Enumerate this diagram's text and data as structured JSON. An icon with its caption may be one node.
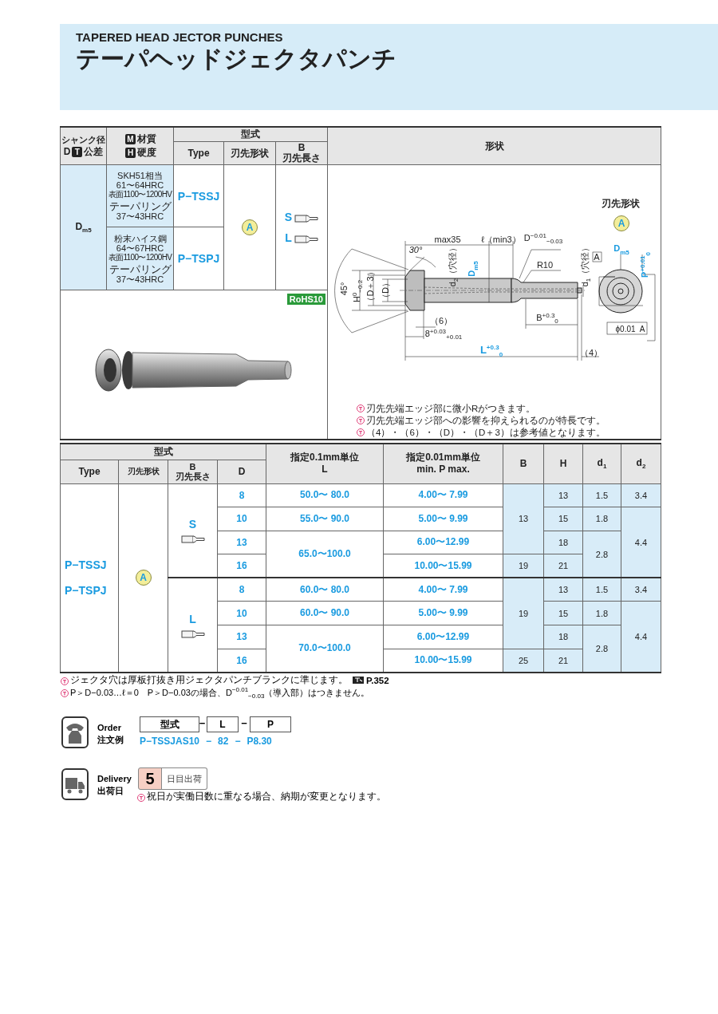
{
  "diagram": {
    "title": "テーパヘッドジェクタパンチ",
    "labels": [
      "TAPERED HEAD JECTOR PUNCHES",
      "シャンク径",
      "D",
      "T",
      "公差",
      "M",
      "材質",
      "H",
      "硬度",
      "型式",
      "形状",
      "Type",
      "刃先形状",
      "B 刃先長さ",
      "D$_{m5}$",
      "SKH51相当",
      "61〜64HRC",
      "表面1100〜1200HV",
      "テーパリング",
      "37〜43HRC",
      "P−TSSJ",
      "A",
      "S",
      "L",
      "刃先形状",
      "A",
      "max35",
      "ℓ（min3）",
      "D$^{−0.01}$$_{−0.03}$",
      "R10",
      "30°",
      "d$_{2}$（穴径）",
      "D$_{m5}$",
      "45°",
      "H$^{0}$$_{−0.2}$",
      "（D＋3）",
      "（D）",
      "d$_{1}$（穴径）",
      "A",
      "D$_{m5}$",
      "P$^{+0.01}$$_{0}$",
      "（6）",
      "8$^{+0.03}$$_{+0.01}$",
      "B$^{+0.3}$$_{0}$",
      "ϕ0.01",
      "A",
      "L$^{+0.3}$$_{0}$",
      "（4）",
      "刃先先端エッジ部に微小Rがつきます。",
      "刃先先端エッジ部への影響を抑えられるのが特長です。",
      "（4）・（6）・（D）・（D＋3）は参考値となります。",
      "粉末ハイス鋼",
      "64〜67HRC",
      "表面1100〜1200HV",
      "テーパリング",
      "37〜43HRC",
      "P−TSPJ",
      "RoHS10",
      "型式",
      "指定0.1mm単位 L",
      "指定0.01mm単位 min. P max.",
      "B",
      "H",
      "d$_{1}$",
      "d$_{2}$",
      "Type",
      "刃先形状",
      "B 刃先長さ",
      "D",
      "P−TSSJ",
      "P−TSPJ",
      "A",
      "S",
      "8",
      "50.0〜 80.0",
      "4.00〜 7.99",
      "13",
      "13",
      "1.5",
      "3.4",
      "10",
      "55.0〜 90.0",
      "5.00〜 9.99",
      "15",
      "1.8",
      "13",
      "65.0〜100.0",
      "6.00〜12.99",
      "18",
      "2.8",
      "4.4",
      "16",
      "10.00〜15.99",
      "19",
      "21",
      "L",
      "8",
      "60.0〜 80.0",
      "4.00〜 7.99",
      "19",
      "13",
      "1.5",
      "3.4",
      "10",
      "60.0〜 90.0",
      "5.00〜 9.99",
      "15",
      "1.8",
      "13",
      "70.0〜100.0",
      "6.00〜12.99",
      "18",
      "2.8",
      "4.4",
      "16",
      "10.00〜15.99",
      "25",
      "21",
      "ジェクタ穴は厚板打抜き用ジェクタパンチブランクに準じます。",
      "P.352",
      "P＞D−0.03…ℓ＝0　P＞D−0.03の場合、D$^{−0.01}$$_{−0.03}$（導入部）はつきません。",
      "Order",
      "注文例",
      "型式",
      "−",
      "L",
      "−",
      "P",
      "P−TSSJAS10",
      "−",
      "82",
      "−",
      "P8.30",
      "Delivery",
      "出荷日",
      "5",
      "日目出荷",
      "祝日が実働日数に重なる場合、納期が変更となります。"
    ]
  }
}
